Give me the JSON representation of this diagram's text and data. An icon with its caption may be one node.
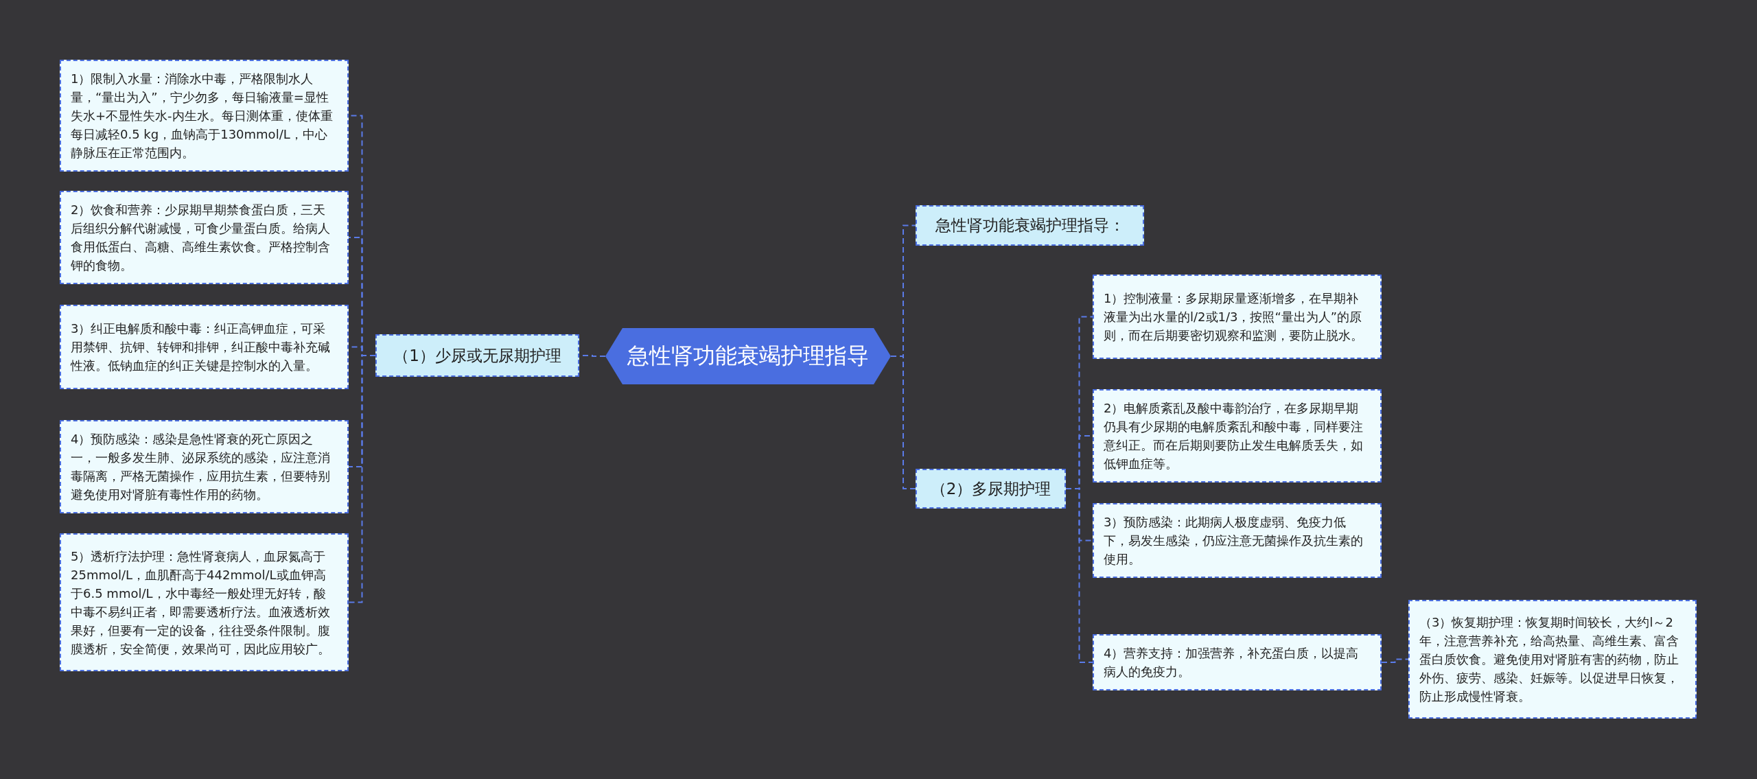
{
  "diagram": {
    "nodes": [
      {
        "text": [
          "急性肾功能衰竭护理指导"
        ]
      },
      {
        "text": [
          "（1）少尿或无尿期护理"
        ]
      },
      {
        "text": [
          "1）限制入水量：消除水中毒，严格限制水人量，“量出为入”，宁少勿多，每日输液量=显性失水+不显性失水-内生水。每日测体重，使体重每日减轻0.5 kg，血钠高于130mmol/L，中心静脉压在正常范围内。"
        ]
      },
      {
        "text": [
          "2）饮食和营养：少尿期早期禁食蛋白质，三天后组织分解代谢减慢，可食少量蛋白质。给病人食用低蛋白、高糖、高维生素饮食。严格控制含钾的食物。"
        ]
      },
      {
        "text": [
          "3）纠正电解质和酸中毒：纠正高钾血症，可采用禁钾、抗钾、转钾和排钾，纠正酸中毒补充碱性液。低钠血症的纠正关键是控制水的入量。"
        ]
      },
      {
        "text": [
          "4）预防感染：感染是急性肾衰的死亡原因之一，一般多发生肺、泌尿系统的感染，应注意消毒隔离，严格无菌操作，应用抗生素，但要特别避免使用对肾脏有毒性作用的药物。"
        ]
      },
      {
        "text": [
          "5）透析疗法护理：急性肾衰病人，血尿氮高于25mmol/L，血肌酐高于442mmol/L或血钾高于6.5 mmol/L，水中毒经一般处理无好转，酸中毒不易纠正者，即需要透析疗法。血液透析效果好，但要有一定的设备，往往受条件限制。腹膜透析，安全简便，效果尚可，因此应用较广。"
        ]
      },
      {
        "text": [
          "急性肾功能衰竭护理指导："
        ]
      },
      {
        "text": [
          "（2）多尿期护理"
        ]
      },
      {
        "text": [
          "1）控制液量：多尿期尿量逐渐增多，在早期补液量为出水量的l/2或1/3，按照“量出为人”的原则，而在后期要密切观察和监测，要防止脱水。"
        ]
      },
      {
        "text": [
          "2）电解质紊乱及酸中毒韵治疗，在多尿期早期仍具有少尿期的电解质紊乱和酸中毒，同样要注意纠正。而在后期则要防止发生电解质丢失，如低钾血症等。"
        ]
      },
      {
        "text": [
          "3）预防感染：此期病人极度虚弱、免疫力低下，易发生感染，仍应注意无菌操作及抗生素的使用。"
        ]
      },
      {
        "text": [
          "4）营养支持：加强营养，补充蛋白质，以提高病人的免疫力。"
        ]
      },
      {
        "text": [
          "（3）恢复期护理：恢复期时间较长，大约l～2年，注意营养补充，给高热量、高维生素、富含蛋白质饮食。避免使用对肾脏有害的药物，防止外伤、疲劳、感染、妊娠等。以促进早日恢复，防止形成慢性肾衰。"
        ]
      }
    ],
    "edges": [
      {
        "from": 0,
        "to": 1,
        "arrow": "none"
      },
      {
        "from": 1,
        "to": 2,
        "arrow": "none"
      },
      {
        "from": 1,
        "to": 3,
        "arrow": "none"
      },
      {
        "from": 1,
        "to": 4,
        "arrow": "none"
      },
      {
        "from": 1,
        "to": 5,
        "arrow": "none"
      },
      {
        "from": 1,
        "to": 6,
        "arrow": "none"
      },
      {
        "from": 0,
        "to": 7,
        "arrow": "none"
      },
      {
        "from": 0,
        "to": 8,
        "arrow": "none"
      },
      {
        "from": 8,
        "to": 9,
        "arrow": "none"
      },
      {
        "from": 8,
        "to": 10,
        "arrow": "none"
      },
      {
        "from": 8,
        "to": 11,
        "arrow": "none"
      },
      {
        "from": 8,
        "to": 12,
        "arrow": "none"
      },
      {
        "from": 12,
        "to": 13,
        "arrow": "none"
      }
    ]
  }
}
